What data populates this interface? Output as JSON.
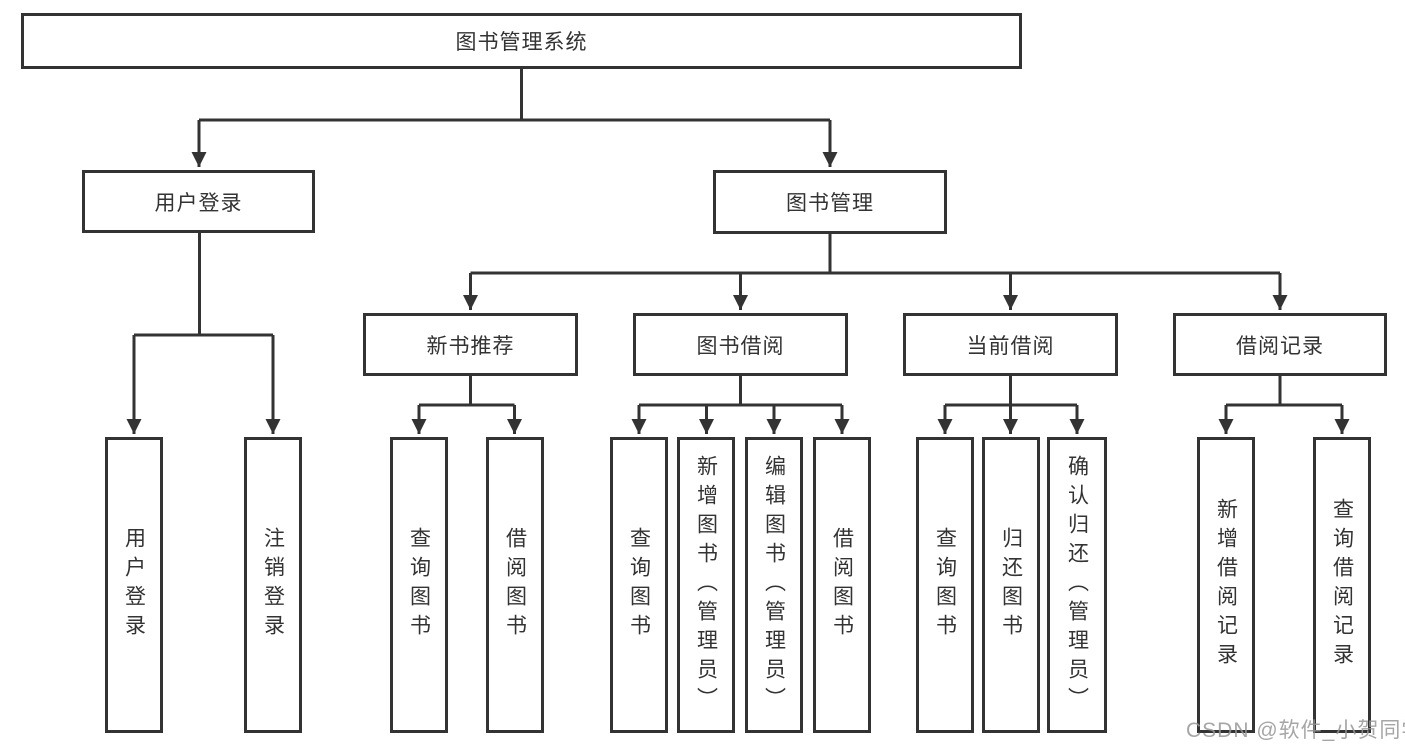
{
  "diagram": {
    "title": "图书管理系统",
    "colors": {
      "line": "#333333",
      "text": "#333333",
      "background": "#ffffff",
      "watermark": "#969696"
    },
    "tree": {
      "label": "图书管理系统",
      "children": [
        {
          "label": "用户登录",
          "children": [
            {
              "label": "用户登录"
            },
            {
              "label": "注销登录"
            }
          ]
        },
        {
          "label": "图书管理",
          "children": [
            {
              "label": "新书推荐",
              "children": [
                {
                  "label": "查询图书"
                },
                {
                  "label": "借阅图书"
                }
              ]
            },
            {
              "label": "图书借阅",
              "children": [
                {
                  "label": "查询图书"
                },
                {
                  "label": "新增图书（管理员）"
                },
                {
                  "label": "编辑图书（管理员）"
                },
                {
                  "label": "借阅图书"
                }
              ]
            },
            {
              "label": "当前借阅",
              "children": [
                {
                  "label": "查询图书"
                },
                {
                  "label": "归还图书"
                },
                {
                  "label": "确认归还（管理员）"
                }
              ]
            },
            {
              "label": "借阅记录",
              "children": [
                {
                  "label": "新增借阅记录"
                },
                {
                  "label": "查询借阅记录"
                }
              ]
            }
          ]
        }
      ]
    },
    "watermark": "CSDN @软件_小贺同学"
  }
}
